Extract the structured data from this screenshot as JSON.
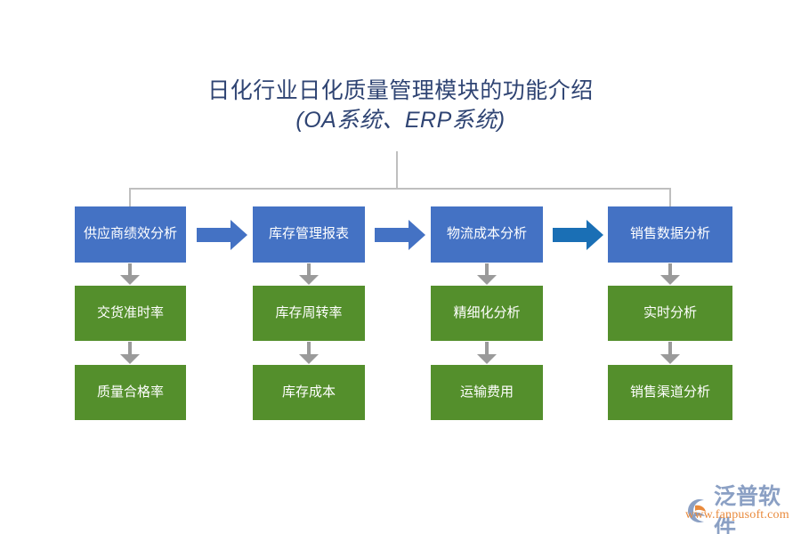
{
  "title": {
    "line1": "日化行业日化质量管理模块的功能介绍",
    "line2": "(OA系统、ERP系统)",
    "color": "#2f4473"
  },
  "colors": {
    "box_blue": "#4472c4",
    "box_green": "#548f2c",
    "arrow_blue": "#4472c4",
    "arrow_blue_dark": "#1a6fb5",
    "connector_gray": "#9a9a9a",
    "bracket_gray": "#bfbfbf"
  },
  "columns": [
    {
      "header": "供应商绩效分析",
      "items": [
        "交货准时率",
        "质量合格率"
      ]
    },
    {
      "header": "库存管理报表",
      "items": [
        "库存周转率",
        "库存成本"
      ]
    },
    {
      "header": "物流成本分析",
      "items": [
        "精细化分析",
        "运输费用"
      ]
    },
    {
      "header": "销售数据分析",
      "items": [
        "实时分析",
        "销售渠道分析"
      ]
    }
  ],
  "flow_arrows": [
    {
      "from": "供应商绩效分析",
      "to": "库存管理报表",
      "color": "#4472c4"
    },
    {
      "from": "库存管理报表",
      "to": "物流成本分析",
      "color": "#4472c4"
    },
    {
      "from": "物流成本分析",
      "to": "销售数据分析",
      "color": "#1a6fb5"
    }
  ],
  "logo": {
    "name": "泛普软件",
    "url": "www.fanpusoft.com"
  }
}
